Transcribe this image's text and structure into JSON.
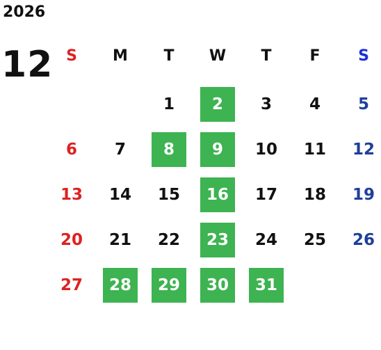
{
  "year": "2026",
  "month": "12",
  "colors": {
    "sunday": "#dd2222",
    "saturday": "#1f3f9a",
    "saturday_header": "#1c2fd8",
    "highlight_bg": "#3db351",
    "highlight_text": "#ffffff",
    "weekday": "#111111"
  },
  "weekdays": [
    "S",
    "M",
    "T",
    "W",
    "T",
    "F",
    "S"
  ],
  "weeks": [
    [
      "",
      "",
      "1",
      "2",
      "3",
      "4",
      "5"
    ],
    [
      "6",
      "7",
      "8",
      "9",
      "10",
      "11",
      "12"
    ],
    [
      "13",
      "14",
      "15",
      "16",
      "17",
      "18",
      "19"
    ],
    [
      "20",
      "21",
      "22",
      "23",
      "24",
      "25",
      "26"
    ],
    [
      "27",
      "28",
      "29",
      "30",
      "31",
      "",
      ""
    ]
  ],
  "highlighted_days": [
    "2",
    "8",
    "9",
    "16",
    "23",
    "28",
    "29",
    "30",
    "31"
  ]
}
